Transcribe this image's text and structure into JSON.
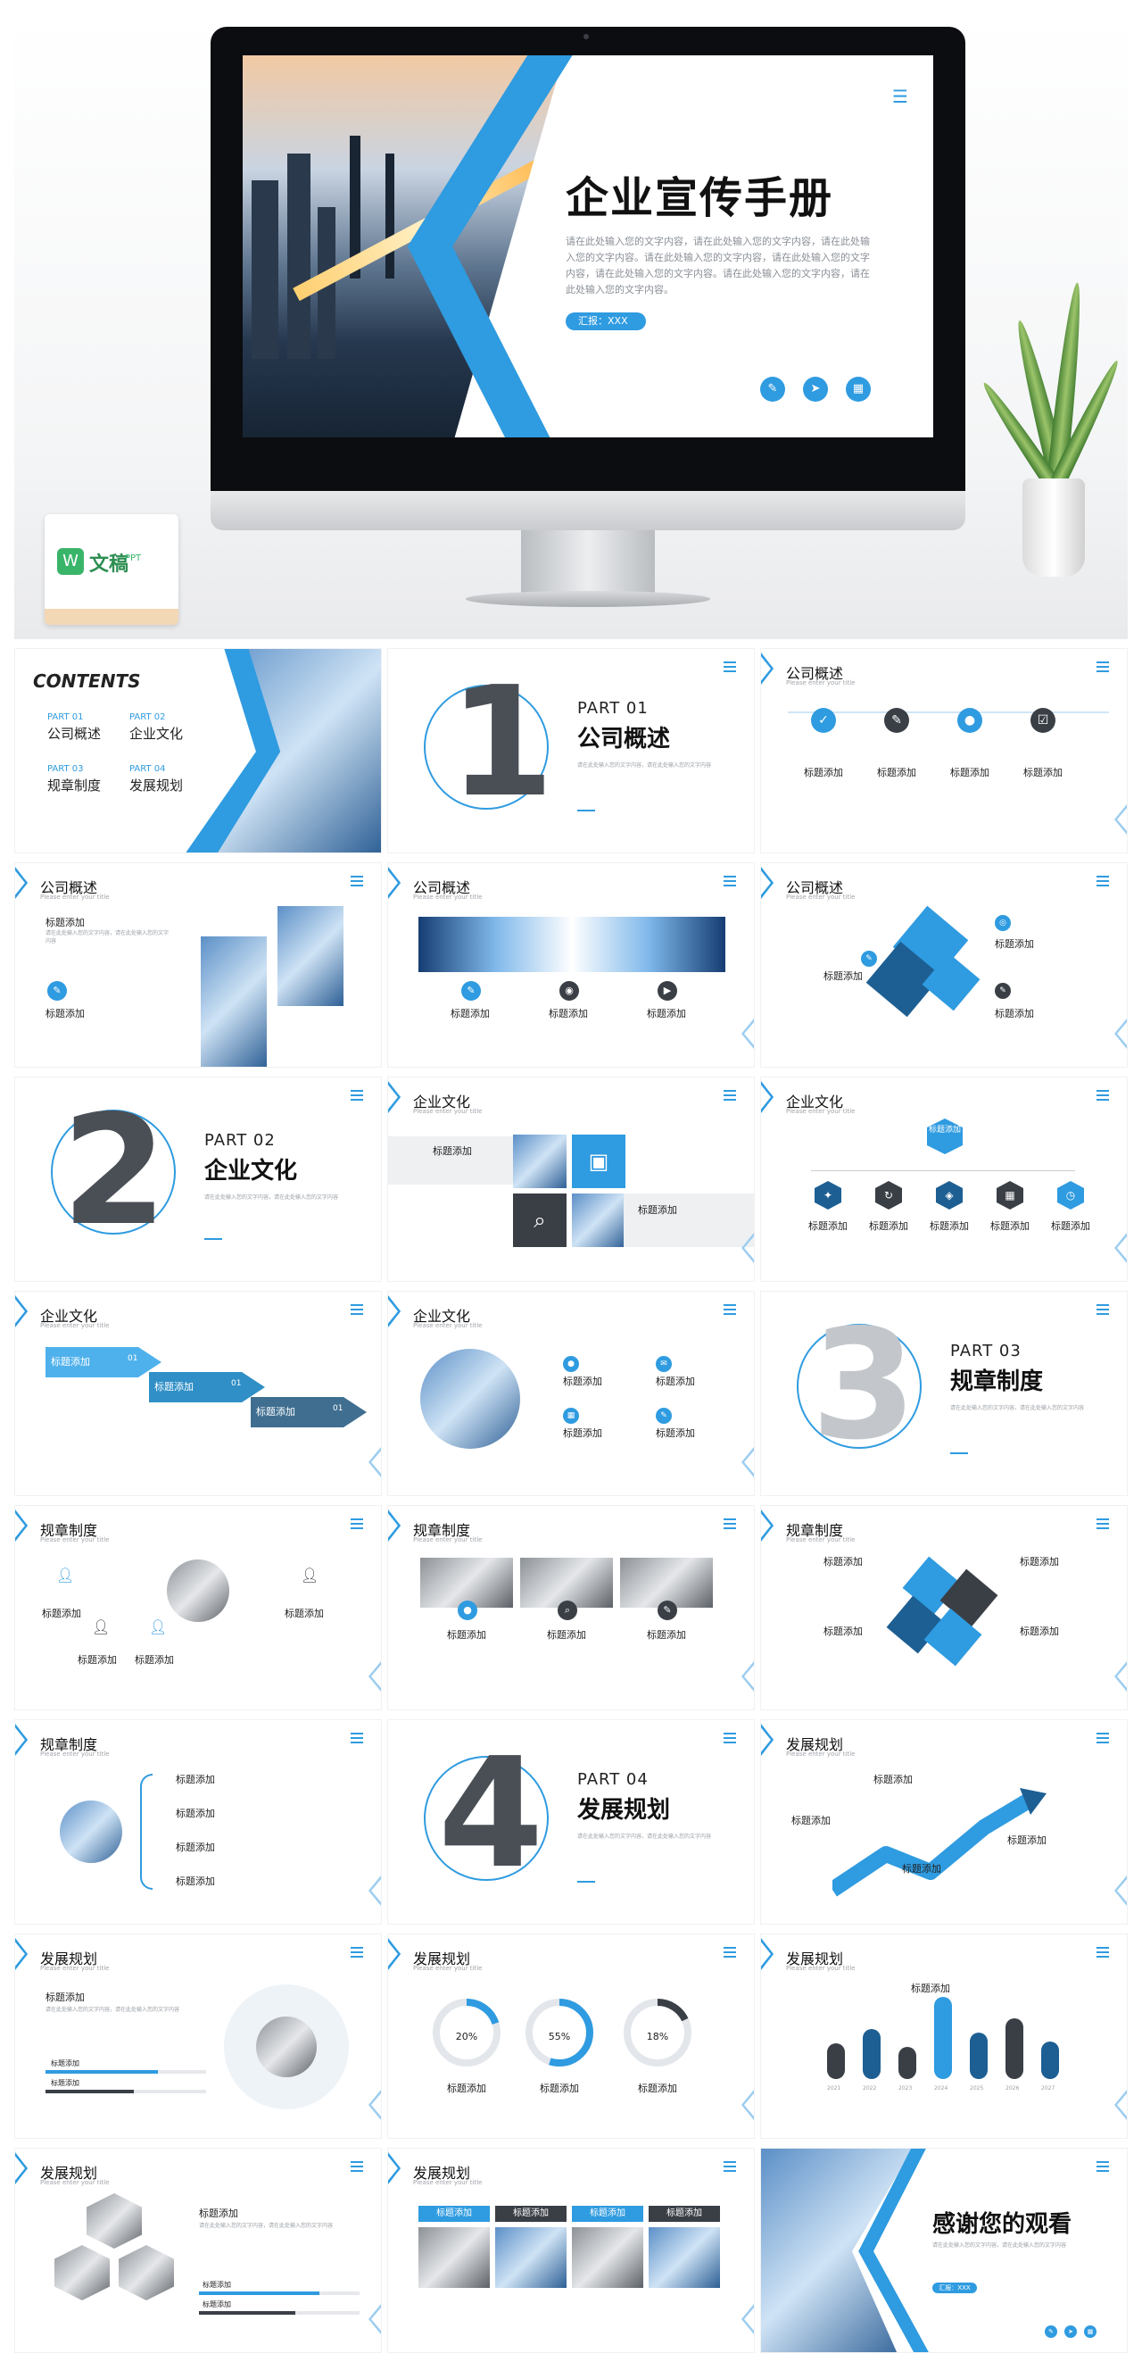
{
  "hero": {
    "title": "企业宣传手册",
    "body": "请在此处输入您的文字内容，请在此处输入您的文字内容，请在此处输入您的文字内容。请在此处输入您的文字内容，请在此处输入您的文字内容，请在此处输入您的文字内容。请在此处输入您的文字内容，请在此处输入您的文字内容。",
    "pill": "汇报：XXX",
    "icons": [
      "pencil-icon",
      "cursor-icon",
      "calendar-icon"
    ]
  },
  "logo": {
    "brand": "文稿",
    "sub": "PPT",
    "mark": "W"
  },
  "contents": {
    "title": "CONTENTS",
    "items": [
      {
        "part": "PART 01",
        "name": "公司概述"
      },
      {
        "part": "PART 02",
        "name": "企业文化"
      },
      {
        "part": "PART 03",
        "name": "规章制度"
      },
      {
        "part": "PART 04",
        "name": "发展规划"
      }
    ]
  },
  "parts": [
    {
      "part": "PART 01",
      "title": "公司概述",
      "num": "1"
    },
    {
      "part": "PART 02",
      "title": "企业文化",
      "num": "2"
    },
    {
      "part": "PART 03",
      "title": "规章制度",
      "num": "3"
    },
    {
      "part": "PART 04",
      "title": "发展规划",
      "num": "4"
    }
  ],
  "placeholder": "请在此处输入您的文字内容，请在此处输入您的文字内容",
  "label": "标题添加",
  "sections": {
    "s1": "公司概述",
    "s2": "企业文化",
    "s3": "规章制度",
    "s4": "发展规划"
  },
  "subline": "Please enter your title",
  "progress": [
    {
      "label": "20%",
      "value": 20
    },
    {
      "label": "55%",
      "value": 55
    },
    {
      "label": "18%",
      "value": 18
    }
  ],
  "years": [
    "2021",
    "2022",
    "2023",
    "2024",
    "2025",
    "2026",
    "2027"
  ],
  "arrows": [
    "01",
    "01",
    "01"
  ],
  "thanks": {
    "title": "感谢您的观看",
    "pill": "汇报：XXX"
  }
}
